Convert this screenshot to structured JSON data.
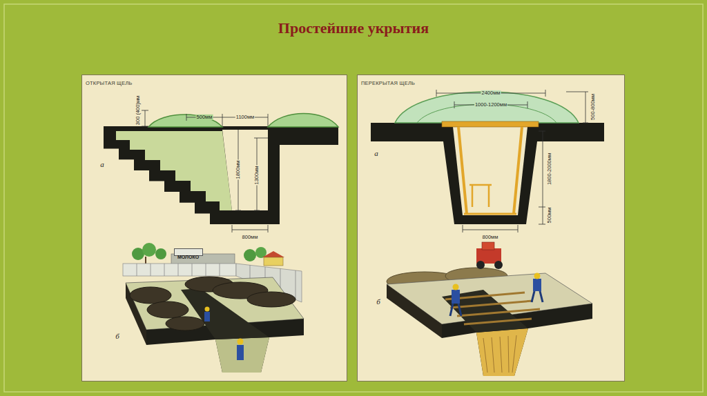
{
  "diagram": {
    "title": "Простейшие укрытия",
    "nodes": [
      {
        "text": [
          "ОТКРЫТАЯ ЩЕЛЬ"
        ]
      },
      {
        "text": [
          "МОЛОКО"
        ],
        "in": 0
      },
      {
        "text": [
          "ПЕРЕКРЫТАЯ ЩЕЛЬ"
        ]
      }
    ],
    "labels": [
      "300 (400)мм",
      "500мм",
      "1100мм",
      "1800мм",
      "1300мм",
      "800мм",
      "а",
      "б",
      "2400мм",
      "1000-1200мм",
      "500-800мм",
      "1800-2000мм",
      "500мм",
      "800мм",
      "а",
      "б"
    ]
  }
}
